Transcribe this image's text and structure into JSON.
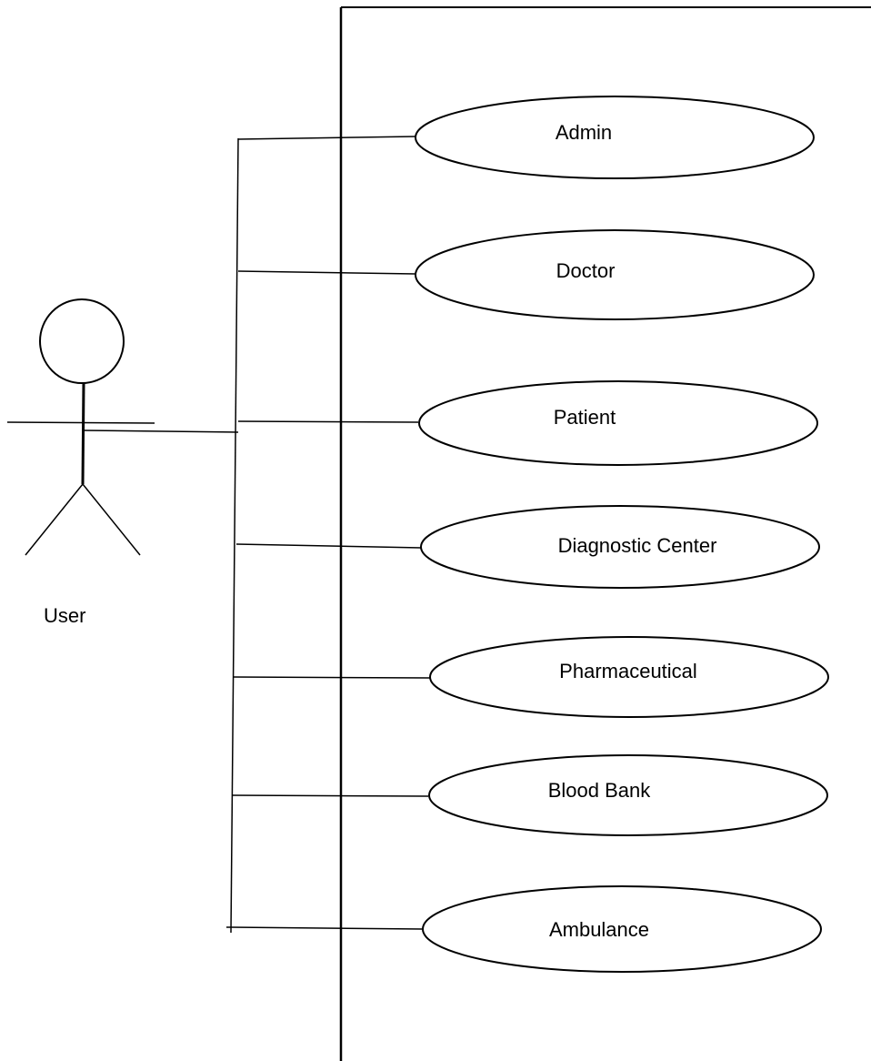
{
  "actor": {
    "name": "User"
  },
  "use_cases": [
    {
      "label": "Admin"
    },
    {
      "label": "Doctor"
    },
    {
      "label": "Patient"
    },
    {
      "label": "Diagnostic Center"
    },
    {
      "label": "Pharmaceutical"
    },
    {
      "label": "Blood Bank"
    },
    {
      "label": "Ambulance"
    }
  ],
  "colors": {
    "stroke": "#000000",
    "background": "#ffffff"
  }
}
